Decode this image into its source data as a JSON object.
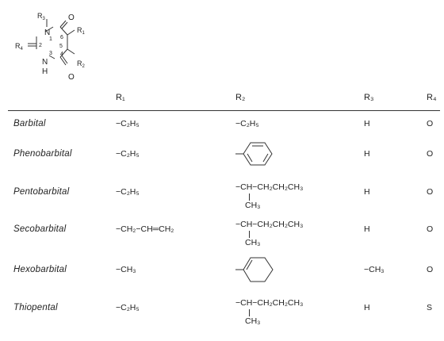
{
  "structure": {
    "r3": "R3",
    "r4": "R4",
    "r1": "R1",
    "r2": "R2",
    "n1": "N",
    "n3": "N",
    "h": "H",
    "o_top": "O",
    "o_bot": "O",
    "num1": "1",
    "num2": "2",
    "num3": "3",
    "num4": "4",
    "num5": "5",
    "num6": "6"
  },
  "table": {
    "headers": [
      "R₁",
      "R₂",
      "R₃",
      "R₄"
    ],
    "rows": [
      {
        "name": "Barbital",
        "r1": "−C₂H₅",
        "r2": "−C₂H₅",
        "r3": "H",
        "r4": "O"
      },
      {
        "name": "Phenobarbital",
        "r1": "−C₂H₅",
        "r2": "phenyl-ring",
        "r3": "H",
        "r4": "O"
      },
      {
        "name": "Pentobarbital",
        "r1": "−C₂H₅",
        "r2": "−CH−CH₂CH₂CH₃",
        "r2_sub": "CH₃",
        "r3": "H",
        "r4": "O"
      },
      {
        "name": "Secobarbital",
        "r1": "−CH₂−CH═CH₂",
        "r2": "−CH−CH₂CH₂CH₃",
        "r2_sub": "CH₃",
        "r3": "H",
        "r4": "O"
      },
      {
        "name": "Hexobarbital",
        "r1": "−CH₃",
        "r2": "cyclohexenyl-ring",
        "r3": "−CH₃",
        "r4": "O"
      },
      {
        "name": "Thiopental",
        "r1": "−C₂H₅",
        "r2": "−CH−CH₂CH₂CH₃",
        "r2_sub": "CH₃",
        "r3": "H",
        "r4": "S"
      }
    ]
  }
}
